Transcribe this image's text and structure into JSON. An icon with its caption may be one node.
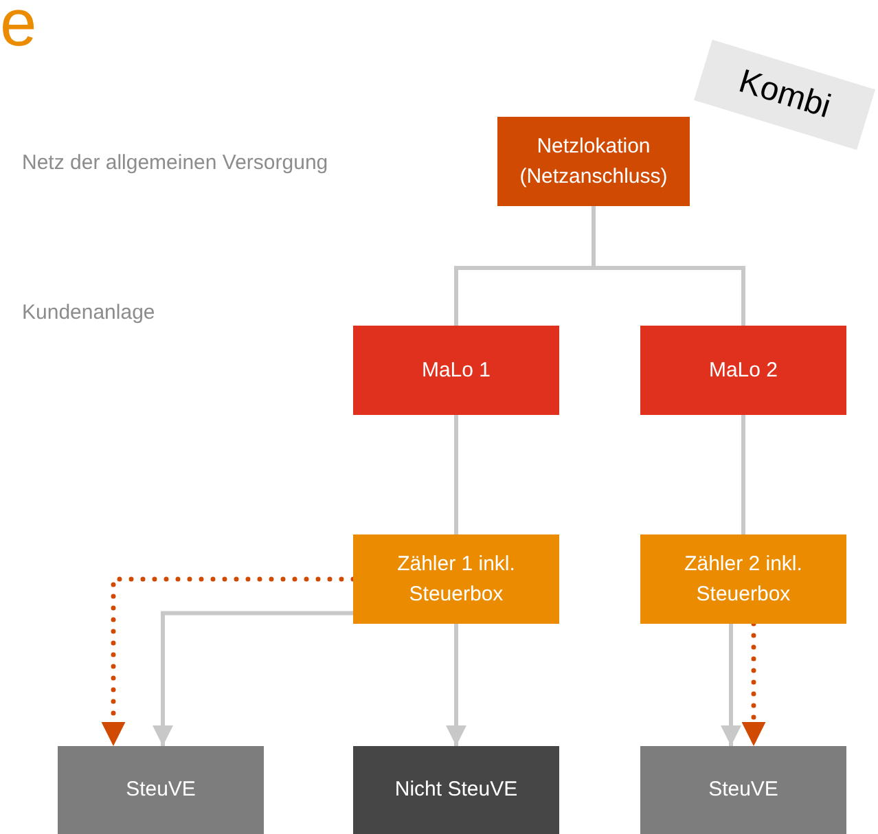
{
  "diagram": {
    "title": "e",
    "nodes": [
      {
        "text": [
          "Kombi"
        ]
      },
      {
        "text": [
          "Netzlokation (Netzanschluss)"
        ]
      },
      {
        "text": [
          "MaLo 1"
        ]
      },
      {
        "text": [
          "MaLo 2"
        ]
      },
      {
        "text": [
          "Zähler 1 inkl. Steuerbox"
        ]
      },
      {
        "text": [
          "Zähler 2 inkl. Steuerbox"
        ]
      },
      {
        "text": [
          "SteuVE"
        ]
      },
      {
        "text": [
          "Nicht SteuVE"
        ]
      },
      {
        "text": [
          "SteuVE"
        ]
      }
    ],
    "edges": [
      {
        "from": 1,
        "to": 2,
        "arrow": "none"
      },
      {
        "from": 1,
        "to": 3,
        "arrow": "none"
      },
      {
        "from": 2,
        "to": 4,
        "arrow": "none"
      },
      {
        "from": 3,
        "to": 5,
        "arrow": "none"
      },
      {
        "from": 4,
        "to": 6,
        "arrow": "to"
      },
      {
        "from": 4,
        "to": 6,
        "arrow": "to",
        "style": "dashed",
        "color": "#d04a02"
      },
      {
        "from": 4,
        "to": 7,
        "arrow": "to"
      },
      {
        "from": 5,
        "to": 8,
        "arrow": "to"
      },
      {
        "from": 5,
        "to": 8,
        "arrow": "to",
        "style": "dashed",
        "color": "#d04a02"
      }
    ],
    "labels": [
      "Netz der allgemeinen Versorgung",
      "Kundenanlage"
    ]
  }
}
